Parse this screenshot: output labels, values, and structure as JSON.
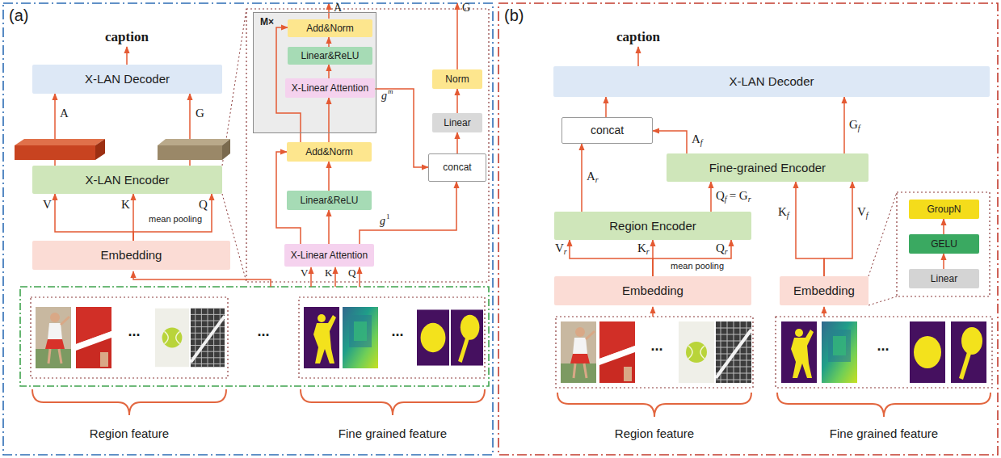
{
  "diagram": {
    "nodes": [
      {
        "text": [
          "(a)"
        ]
      },
      {
        "text": [
          "X-LAN Decoder"
        ],
        "in": 0
      },
      {
        "text": [
          "X-LAN Encoder"
        ],
        "in": 0
      },
      {
        "text": [
          "Embedding"
        ],
        "in": 0
      },
      {
        "text": [
          "M×"
        ],
        "in": 0
      },
      {
        "text": [
          "Add&Norm"
        ],
        "in": 4
      },
      {
        "text": [
          "Linear&ReLU"
        ],
        "in": 4
      },
      {
        "text": [
          "X-Linear Attention"
        ],
        "in": 4
      },
      {
        "text": [
          "Add&Norm"
        ],
        "in": 0
      },
      {
        "text": [
          "Linear&ReLU"
        ],
        "in": 0
      },
      {
        "text": [
          "X-Linear Attention"
        ],
        "in": 0
      },
      {
        "text": [
          "Norm"
        ],
        "in": 0
      },
      {
        "text": [
          "Linear"
        ],
        "in": 0
      },
      {
        "text": [
          "concat"
        ],
        "in": 0
      },
      {
        "text": [
          "(b)"
        ]
      },
      {
        "text": [
          "X-LAN Decoder"
        ],
        "in": 14
      },
      {
        "text": [
          "concat"
        ],
        "in": 14
      },
      {
        "text": [
          "Fine-grained Encoder"
        ],
        "in": 14
      },
      {
        "text": [
          "Region Encoder"
        ],
        "in": 14
      },
      {
        "text": [
          "Embedding"
        ],
        "in": 14
      },
      {
        "text": [
          "Embedding"
        ],
        "in": 14
      },
      {
        "text": [
          "GroupN"
        ],
        "in": 14
      },
      {
        "text": [
          "GELU"
        ],
        "in": 14
      },
      {
        "text": [
          "Linear"
        ],
        "in": 14
      }
    ],
    "edges": [
      {
        "from": 2,
        "to": 1,
        "arrow": "to"
      },
      {
        "from": 2,
        "to": 1,
        "arrow": "to"
      },
      {
        "from": 3,
        "to": 2,
        "arrow": "to"
      },
      {
        "from": 3,
        "to": 2,
        "arrow": "to"
      },
      {
        "from": 3,
        "to": 2,
        "arrow": "to"
      },
      {
        "from": 6,
        "to": 5,
        "arrow": "to"
      },
      {
        "from": 7,
        "to": 6,
        "arrow": "to"
      },
      {
        "from": 8,
        "to": 7,
        "arrow": "to"
      },
      {
        "from": 9,
        "to": 8,
        "arrow": "to"
      },
      {
        "from": 10,
        "to": 9,
        "arrow": "to"
      },
      {
        "from": 10,
        "to": 8,
        "arrow": "to"
      },
      {
        "from": 8,
        "to": 5,
        "arrow": "to"
      },
      {
        "from": 10,
        "to": 13,
        "arrow": "to"
      },
      {
        "from": 7,
        "to": 13,
        "arrow": "to"
      },
      {
        "from": 13,
        "to": 12,
        "arrow": "to"
      },
      {
        "from": 12,
        "to": 11,
        "arrow": "to"
      },
      {
        "from": 16,
        "to": 15,
        "arrow": "to"
      },
      {
        "from": 17,
        "to": 16,
        "arrow": "to"
      },
      {
        "from": 17,
        "to": 15,
        "arrow": "to"
      },
      {
        "from": 18,
        "to": 16,
        "arrow": "to"
      },
      {
        "from": 18,
        "to": 17,
        "arrow": "to"
      },
      {
        "from": 19,
        "to": 18,
        "arrow": "to"
      },
      {
        "from": 19,
        "to": 18,
        "arrow": "to"
      },
      {
        "from": 19,
        "to": 18,
        "arrow": "to"
      },
      {
        "from": 20,
        "to": 17,
        "arrow": "to"
      },
      {
        "from": 20,
        "to": 17,
        "arrow": "to"
      },
      {
        "from": 23,
        "to": 22,
        "arrow": "to"
      },
      {
        "from": 22,
        "to": 21,
        "arrow": "to"
      }
    ],
    "labels": [
      "caption",
      "A",
      "G",
      "V",
      "K",
      "Q",
      "mean pooling",
      "A",
      "G",
      "g",
      "m",
      "g",
      "1",
      "V",
      "K",
      "Q",
      "...",
      "...",
      "...",
      "Region feature",
      "Fine grained feature",
      "caption",
      "A",
      "f",
      "G",
      "f",
      "A",
      "r",
      "Q",
      "f",
      "= G",
      "r",
      "K",
      "f",
      "V",
      "f",
      "V",
      "r",
      "K",
      "r",
      "Q",
      "r",
      "mean pooling",
      "...",
      "...",
      "Region feature",
      "Fine grained feature"
    ]
  }
}
